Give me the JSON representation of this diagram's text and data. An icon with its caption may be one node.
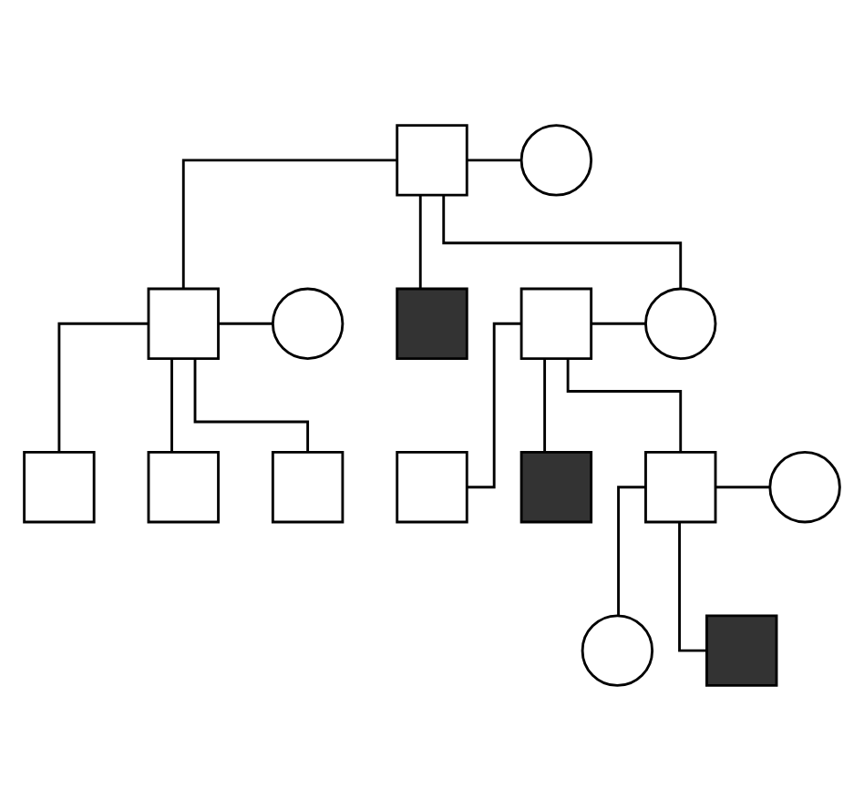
{
  "diagram": {
    "nodes": [
      {
        "text": [],
        "shape": "square"
      },
      {
        "text": [],
        "shape": "circle"
      },
      {
        "text": [],
        "shape": "square"
      },
      {
        "text": [],
        "shape": "circle"
      },
      {
        "text": [],
        "shape": "shaded-square"
      },
      {
        "text": [],
        "shape": "square"
      },
      {
        "text": [],
        "shape": "circle"
      },
      {
        "text": [],
        "shape": "square"
      },
      {
        "text": [],
        "shape": "square"
      },
      {
        "text": [],
        "shape": "square"
      },
      {
        "text": [],
        "shape": "square"
      },
      {
        "text": [],
        "shape": "shaded-square"
      },
      {
        "text": [],
        "shape": "square"
      },
      {
        "text": [],
        "shape": "circle"
      },
      {
        "text": [],
        "shape": "circle"
      },
      {
        "text": [],
        "shape": "shaded-square"
      }
    ],
    "edges": [
      {
        "from": 0,
        "to": 1,
        "arrow": "none"
      },
      {
        "from": 0,
        "to": 2,
        "arrow": "none"
      },
      {
        "from": 0,
        "to": 4,
        "arrow": "none"
      },
      {
        "from": 0,
        "to": 6,
        "arrow": "none"
      },
      {
        "from": 2,
        "to": 3,
        "arrow": "none"
      },
      {
        "from": 5,
        "to": 6,
        "arrow": "none"
      },
      {
        "from": 2,
        "to": 7,
        "arrow": "none"
      },
      {
        "from": 2,
        "to": 8,
        "arrow": "none"
      },
      {
        "from": 2,
        "to": 9,
        "arrow": "none"
      },
      {
        "from": 5,
        "to": 10,
        "arrow": "none"
      },
      {
        "from": 5,
        "to": 11,
        "arrow": "none"
      },
      {
        "from": 5,
        "to": 12,
        "arrow": "none"
      },
      {
        "from": 12,
        "to": 13,
        "arrow": "none"
      },
      {
        "from": 12,
        "to": 14,
        "arrow": "none"
      },
      {
        "from": 12,
        "to": 15,
        "arrow": "none"
      }
    ]
  }
}
